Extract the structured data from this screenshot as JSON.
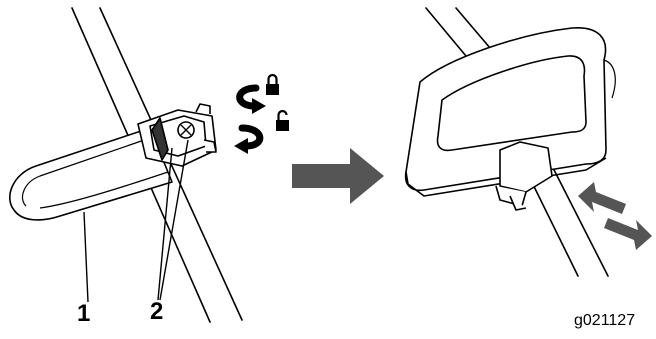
{
  "callouts": [
    {
      "label": "1"
    },
    {
      "label": "2"
    }
  ],
  "figure_id": "g021127",
  "icons": [
    "rotate-lock-icon",
    "rotate-unlock-icon",
    "padlock-icon",
    "transition-arrow-icon",
    "slide-arrows-icon"
  ],
  "colors": {
    "line": "#000000",
    "fill": "#ffffff",
    "arrow": "#555555"
  }
}
